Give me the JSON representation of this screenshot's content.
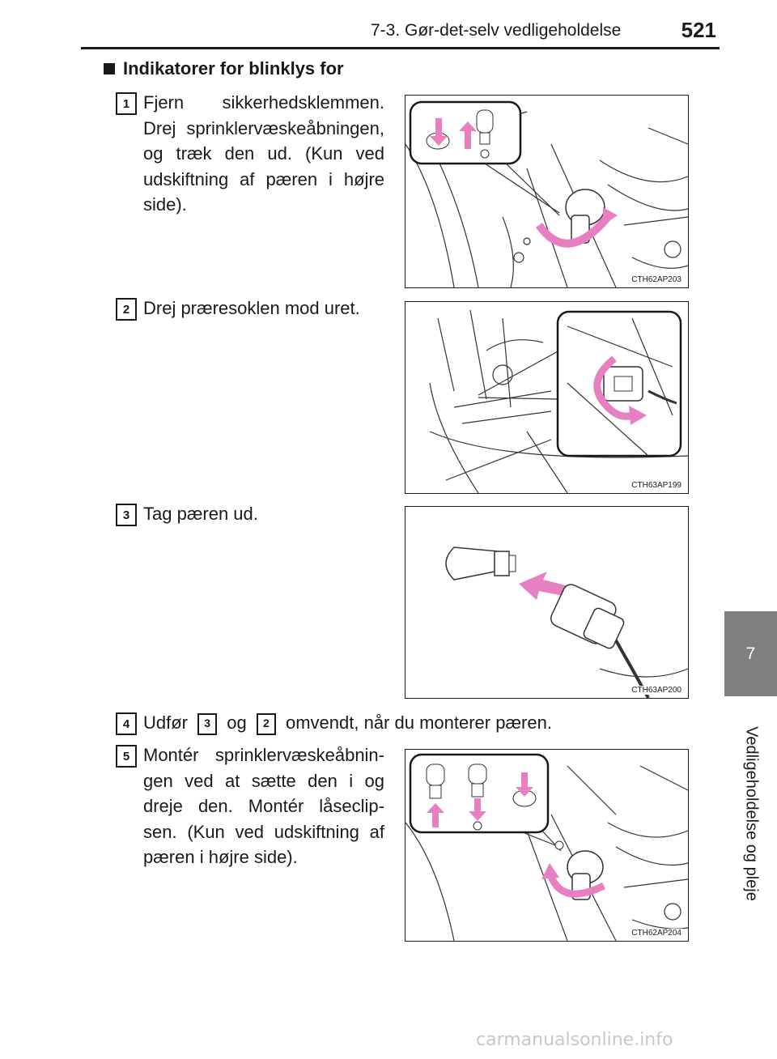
{
  "header": {
    "title": "7-3. Gør-det-selv vedligeholdelse",
    "page_number": "521"
  },
  "side_tab": {
    "chapter_number": "7",
    "chapter_label": "Vedligeholdelse og pleje"
  },
  "section": {
    "heading": "Indikatorer for blinklys for"
  },
  "steps": [
    {
      "number": "1",
      "text": "Fjern sikkerhedsklemmen. Drej sprinklervæskeåbningen, og træk den ud. (Kun ved udskiftning af pæren i højre side).",
      "figure_code": "CTH62AP203"
    },
    {
      "number": "2",
      "text": "Drej præresoklen mod uret.",
      "figure_code": "CTH63AP199"
    },
    {
      "number": "3",
      "text": "Tag pæren ud.",
      "figure_code": "CTH63AP200"
    },
    {
      "number": "4",
      "text_before": "Udfør",
      "ref_a": "3",
      "text_middle": "og",
      "ref_b": "2",
      "text_after": "omvendt, når du monterer pæren."
    },
    {
      "number": "5",
      "text": "Montér sprinklervæskeåbnin-gen ved at sætte den i og dreje den. Montér låseclip-sen. (Kun ved udskiftning af pæren i højre side).",
      "figure_code": "CTH62AP204"
    }
  ],
  "colors": {
    "accent_arrow": "#e87fc0",
    "side_tab": "#7f7f7f"
  },
  "footer": {
    "watermark": "carmanualsonline.info"
  }
}
